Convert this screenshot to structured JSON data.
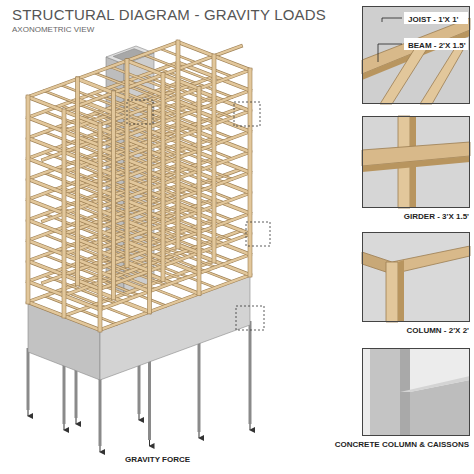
{
  "diagram": {
    "title": "STRUCTURAL DIAGRAM - GRAVITY LOADS",
    "nodes": [
      {
        "text": [
          "JOIST - 1'X 1'",
          "BEAM - 2'X 1.5'"
        ]
      },
      {
        "text": [
          "GIRDER - 3'X 1.5'"
        ]
      },
      {
        "text": [
          "COLUMN - 2'X 2'"
        ]
      },
      {
        "text": [
          "CONCRETE COLUMN & CAISSONS"
        ]
      }
    ],
    "labels": [
      "AXONOMETRIC VIEW",
      "GRAVITY FORCE"
    ]
  }
}
